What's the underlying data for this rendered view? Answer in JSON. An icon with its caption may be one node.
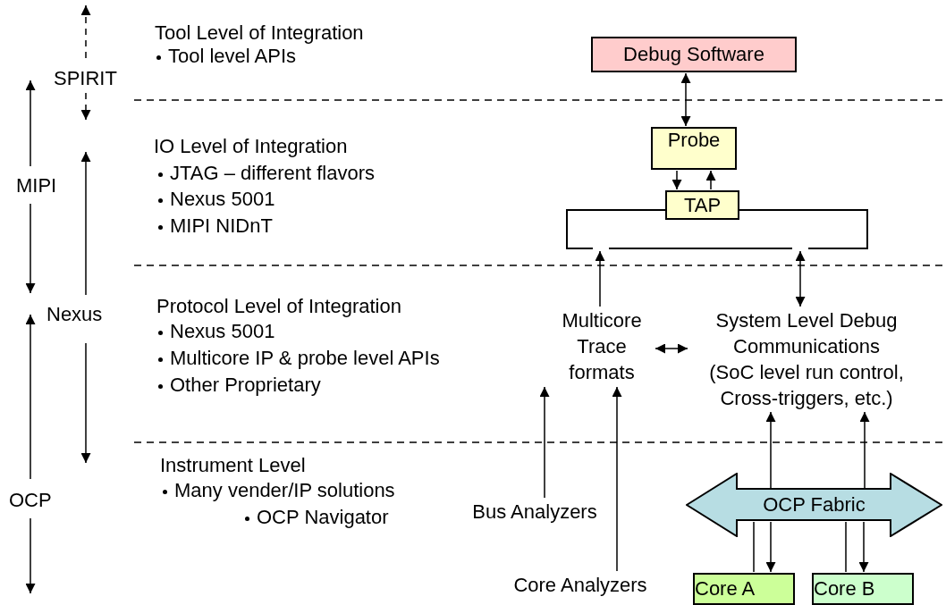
{
  "diagram": {
    "nodes": [
      {
        "text": [
          "Debug Software"
        ]
      },
      {
        "text": [
          "Probe"
        ]
      },
      {
        "text": [
          "TAP"
        ]
      },
      {
        "text": [],
        "shape": "line"
      },
      {
        "text": [
          "Multicore Trace formats"
        ]
      },
      {
        "text": [
          "System Level Debug Communications",
          "(SoC level run control, Cross-triggers, etc.)"
        ]
      },
      {
        "text": [
          "Bus Analyzers"
        ]
      },
      {
        "text": [
          "Core Analyzers"
        ]
      },
      {
        "text": [
          "OCP Fabric"
        ]
      },
      {
        "text": [
          "Core A"
        ]
      },
      {
        "text": [
          "Core B"
        ]
      }
    ],
    "edges": [
      {
        "from": 0,
        "to": 1,
        "arrow": "both"
      },
      {
        "from": 1,
        "to": 2,
        "arrow": "to"
      },
      {
        "from": 2,
        "to": 1,
        "arrow": "to"
      },
      {
        "from": 4,
        "to": 3,
        "arrow": "to"
      },
      {
        "from": 5,
        "to": 3,
        "arrow": "both"
      },
      {
        "from": 4,
        "to": 5,
        "arrow": "both"
      },
      {
        "from": 6,
        "to": 4,
        "arrow": "to"
      },
      {
        "from": 7,
        "to": 4,
        "arrow": "to"
      },
      {
        "from": 8,
        "to": 5,
        "arrow": "to"
      },
      {
        "from": 8,
        "to": 5,
        "arrow": "to"
      },
      {
        "from": 8,
        "to": 9,
        "arrow": "to"
      },
      {
        "from": 9,
        "to": 8,
        "arrow": "none"
      },
      {
        "from": 8,
        "to": 10,
        "arrow": "to"
      },
      {
        "from": 10,
        "to": 8,
        "arrow": "none"
      }
    ],
    "labels": [
      "SPIRIT",
      "Tool Level of Integration",
      "Tool level APIs",
      "MIPI",
      "IO Level of Integration",
      "JTAG – different flavors",
      "Nexus 5001",
      "MIPI NIDnT",
      "Nexus",
      "Protocol Level of Integration",
      "Nexus 5001",
      "Multicore IP & probe level APIs",
      "Other Proprietary",
      "OCP",
      "Instrument Level",
      "Many vender/IP solutions",
      "OCP Navigator"
    ]
  }
}
